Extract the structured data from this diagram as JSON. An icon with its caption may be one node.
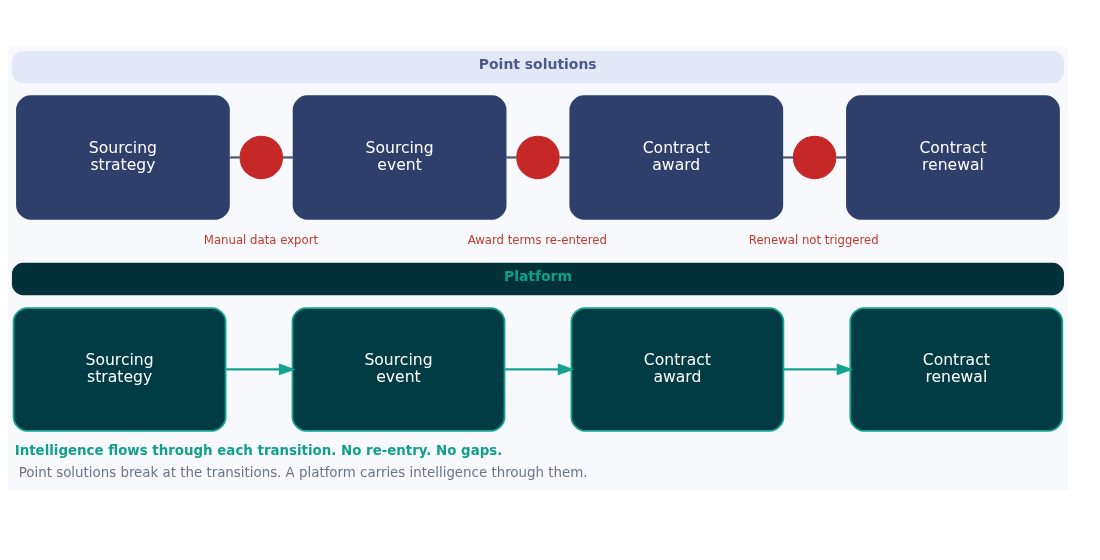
{
  "diagram": {
    "caption": "Point solutions break at the transitions. A platform carries intelligence through them.",
    "nodes": [
      {
        "text": [
          "Point solutions"
        ]
      },
      {
        "text": [
          "Sourcing strategy"
        ]
      },
      {
        "text": [],
        "shape": "circle"
      },
      {
        "text": [
          "Sourcing event"
        ]
      },
      {
        "text": [],
        "shape": "circle"
      },
      {
        "text": [
          "Contract award"
        ]
      },
      {
        "text": [],
        "shape": "circle"
      },
      {
        "text": [
          "Contract renewal"
        ]
      },
      {
        "text": [
          "Platform"
        ]
      },
      {
        "text": [
          "Sourcing strategy"
        ]
      },
      {
        "text": [
          "Sourcing event"
        ]
      },
      {
        "text": [
          "Contract award"
        ]
      },
      {
        "text": [
          "Contract renewal"
        ]
      }
    ],
    "edges": [
      {
        "from": 1,
        "to": 2,
        "arrow": "none"
      },
      {
        "from": 2,
        "to": 3,
        "arrow": "none"
      },
      {
        "from": 3,
        "to": 4,
        "arrow": "none"
      },
      {
        "from": 4,
        "to": 5,
        "arrow": "none"
      },
      {
        "from": 5,
        "to": 6,
        "arrow": "none"
      },
      {
        "from": 6,
        "to": 7,
        "arrow": "none"
      },
      {
        "from": 9,
        "to": 10,
        "arrow": "to",
        "color": "#14a38e"
      },
      {
        "from": 10,
        "to": 11,
        "arrow": "to",
        "color": "#14a38e"
      },
      {
        "from": 11,
        "to": 12,
        "arrow": "to",
        "color": "#14a38e"
      }
    ],
    "labels": [
      "Manual data export",
      "Award terms re-entered",
      "Renewal not triggered",
      "Intelligence flows through each transition. No re-entry. No gaps."
    ]
  }
}
